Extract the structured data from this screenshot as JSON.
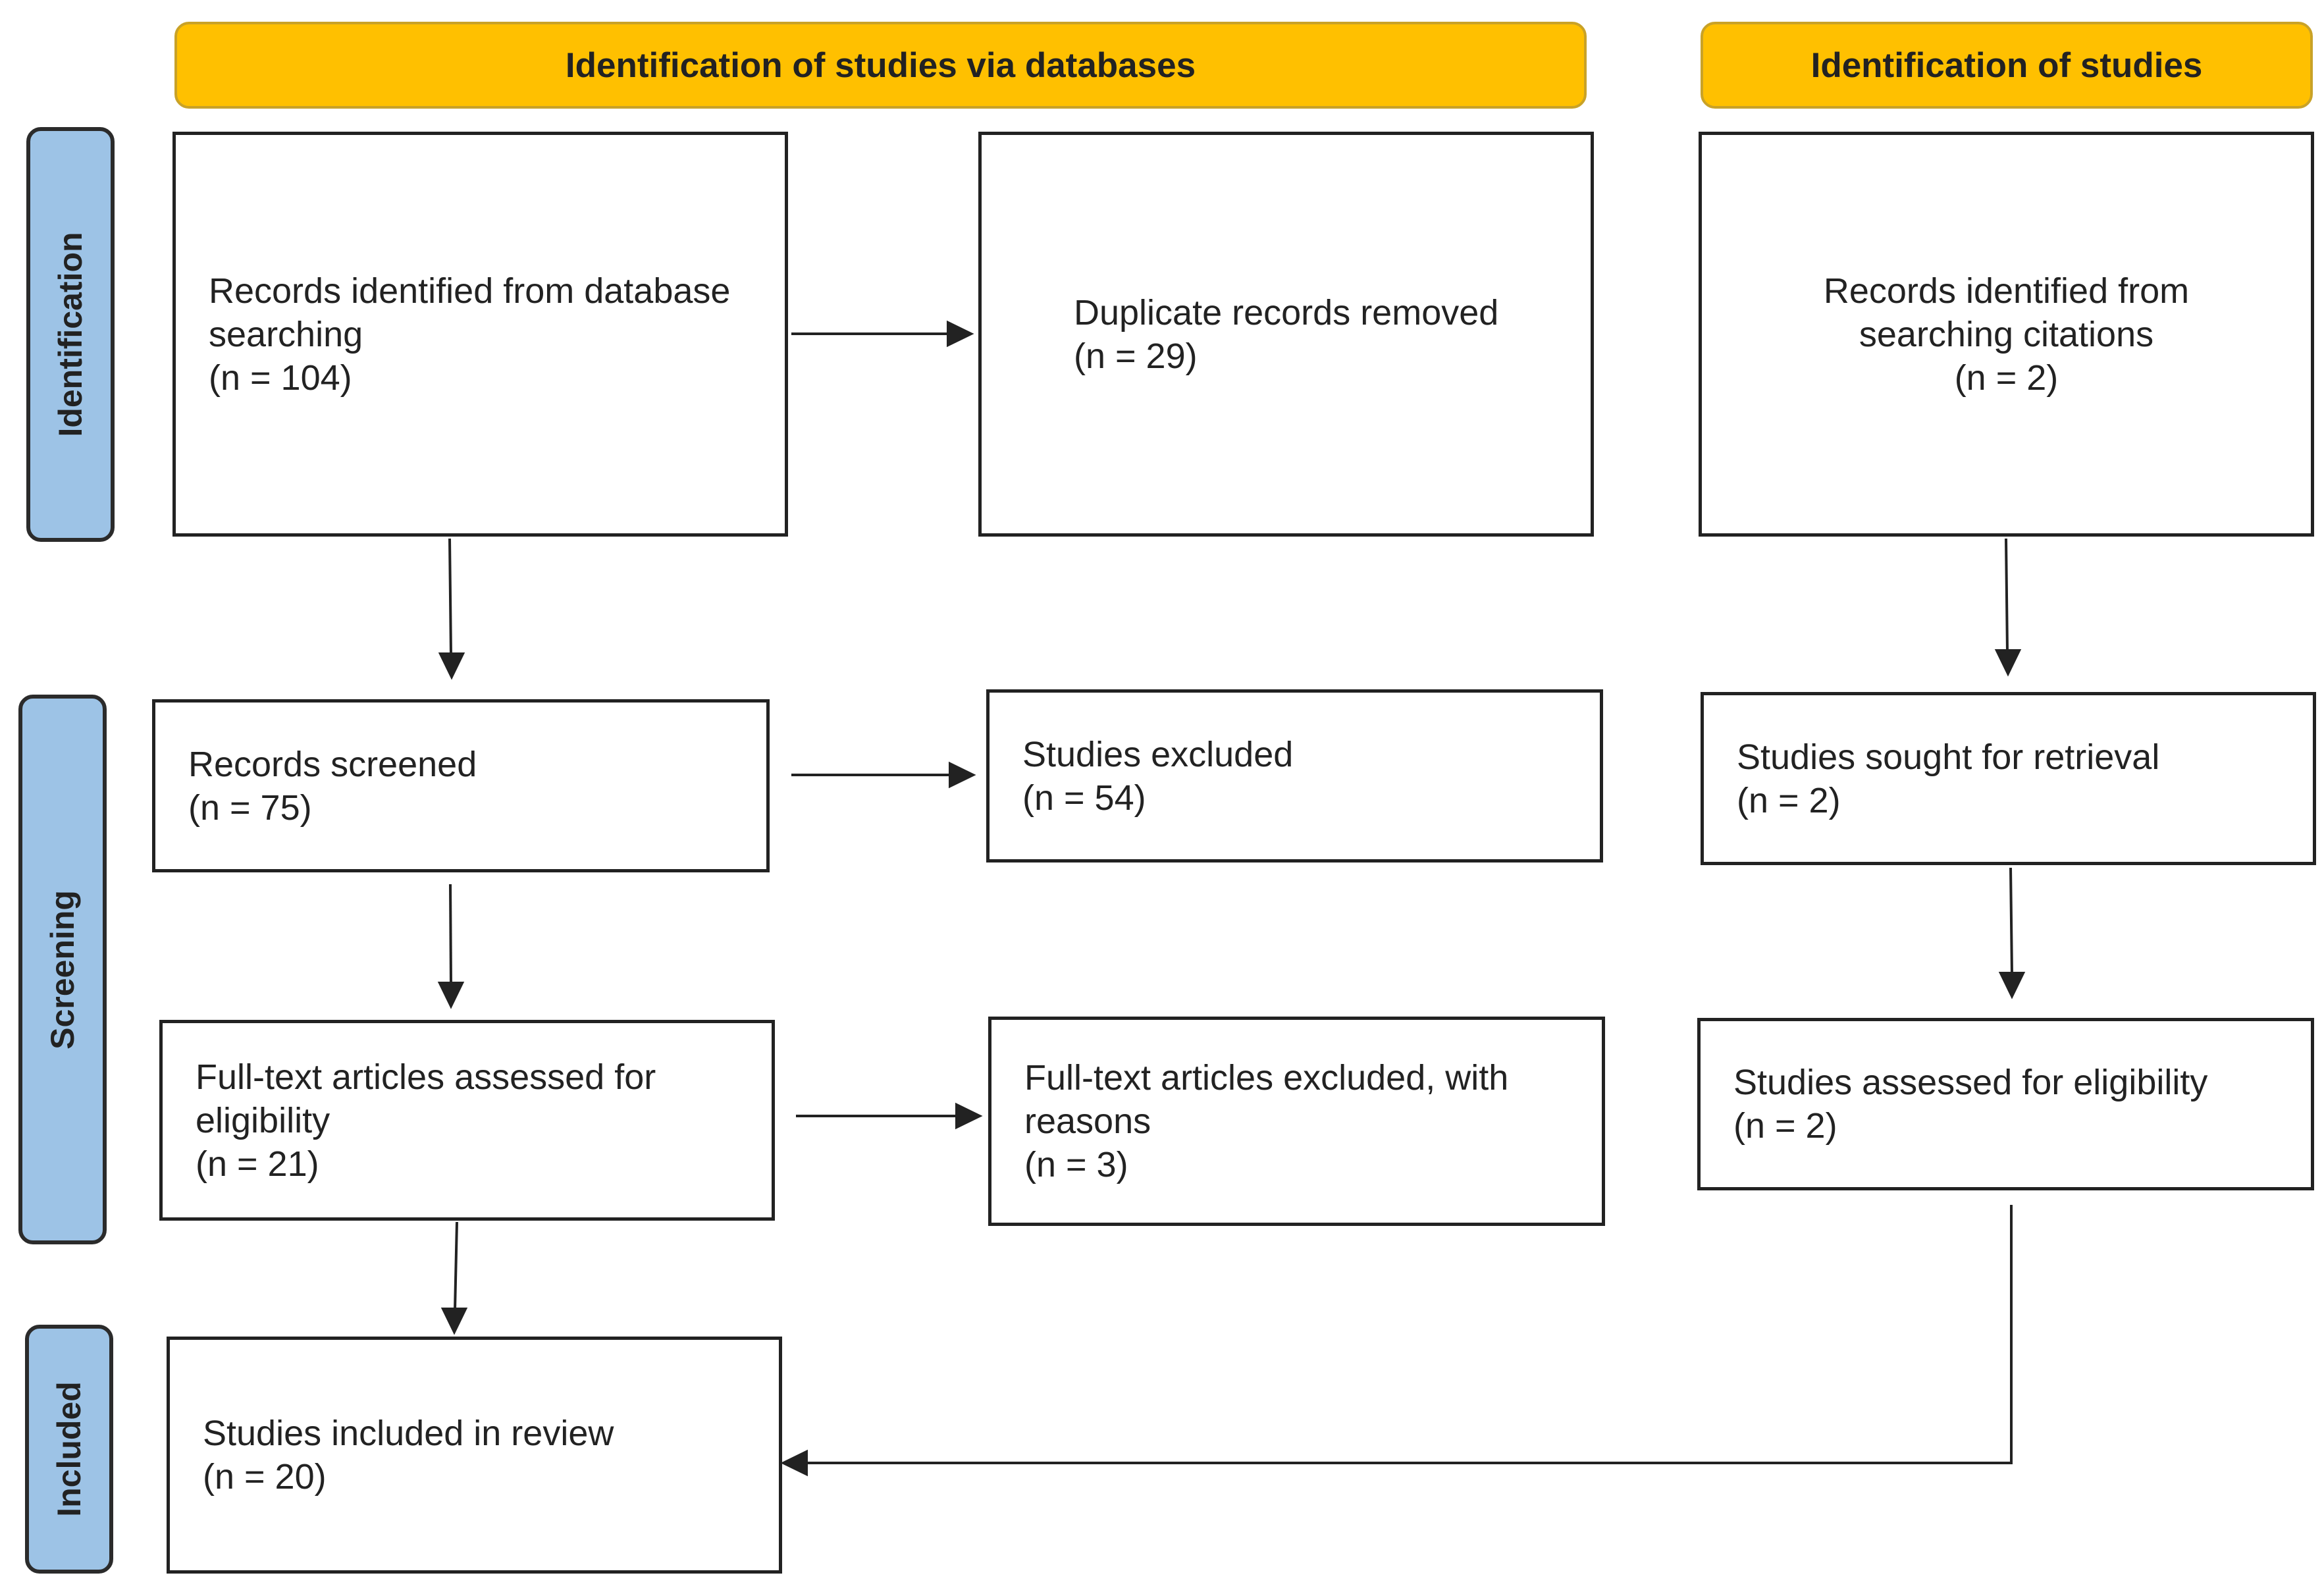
{
  "headers": {
    "databases": "Identification of studies via databases",
    "other": "Identification of studies"
  },
  "phases": {
    "identification": "Identification",
    "screening": "Screening",
    "included": "Included"
  },
  "boxes": {
    "records_identified": [
      "Records identified from database",
      "searching",
      "(n = 104)"
    ],
    "duplicates_removed": [
      "Duplicate records removed",
      "(n = 29)"
    ],
    "citations_identified": [
      "Records identified from",
      "searching citations",
      "(n = 2)"
    ],
    "records_screened": [
      "Records screened",
      "(n = 75)"
    ],
    "studies_excluded": [
      "Studies excluded",
      "(n = 54)"
    ],
    "sought_retrieval": [
      "Studies sought for retrieval",
      "(n = 2)"
    ],
    "fulltext_assessed": [
      "Full-text articles assessed for",
      "eligibility",
      "(n = 21)"
    ],
    "fulltext_excluded": [
      "Full-text articles excluded, with",
      "reasons",
      "(n = 3)"
    ],
    "assessed_eligibility": [
      "Studies assessed for eligibility",
      "(n = 2)"
    ],
    "included_review": [
      "Studies included in review",
      "(n = 20)"
    ]
  }
}
